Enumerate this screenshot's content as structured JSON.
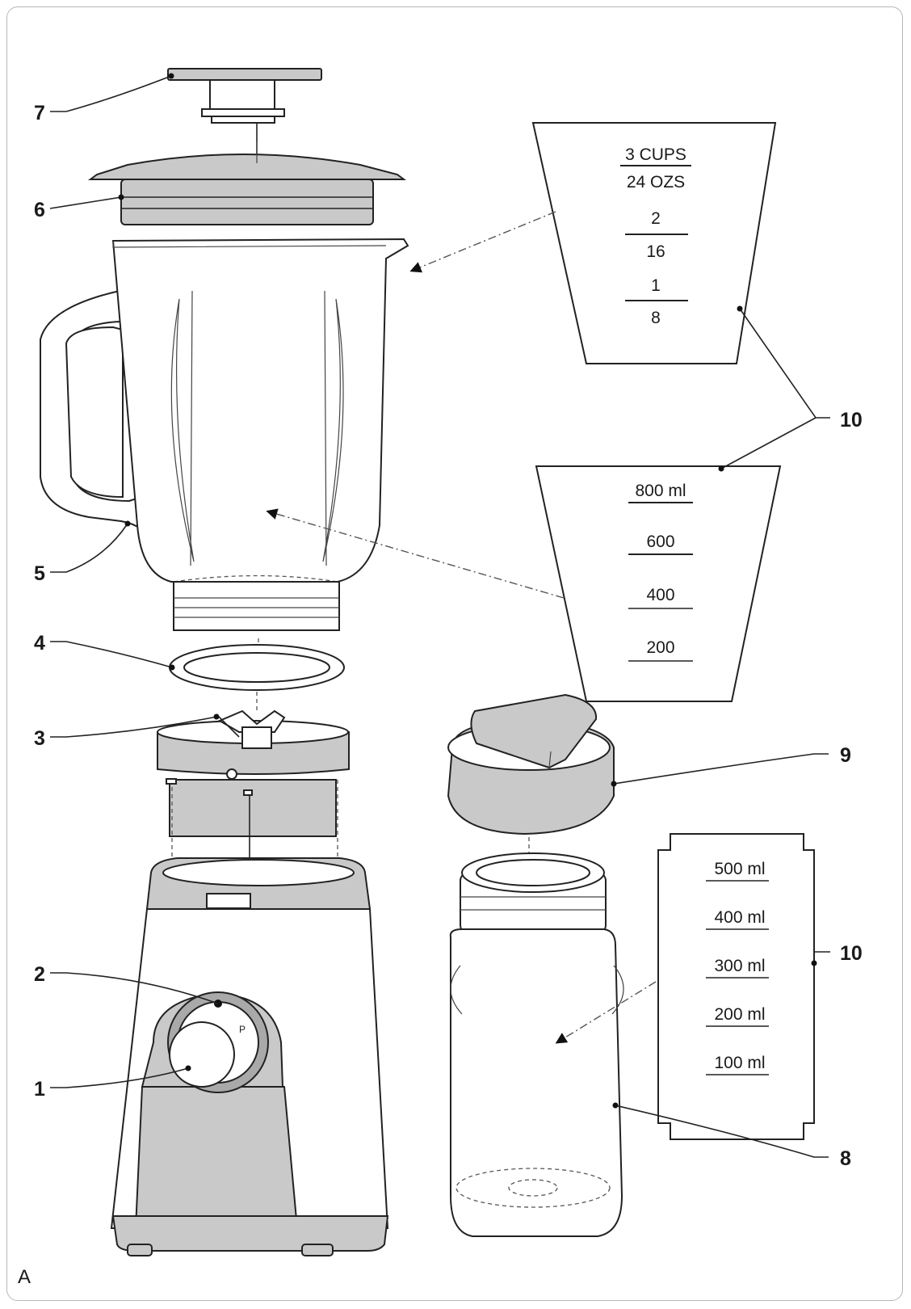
{
  "figure": {
    "corner_label": "A",
    "callouts": {
      "c1": "1",
      "c2": "2",
      "c3": "3",
      "c4": "4",
      "c5": "5",
      "c6": "6",
      "c7": "7",
      "c8": "8",
      "c9": "9",
      "c10a": "10",
      "c10b": "10"
    },
    "cups_scale": {
      "top_a": "3 CUPS",
      "top_b": "24 OZS",
      "mid_a": "2",
      "mid_b": "16",
      "low_a": "1",
      "low_b": "8"
    },
    "ml_scale_jar": [
      "800 ml",
      "600",
      "400",
      "200"
    ],
    "ml_scale_bottle": [
      "500 ml",
      "400 ml",
      "300 ml",
      "200 ml",
      "100 ml"
    ]
  }
}
